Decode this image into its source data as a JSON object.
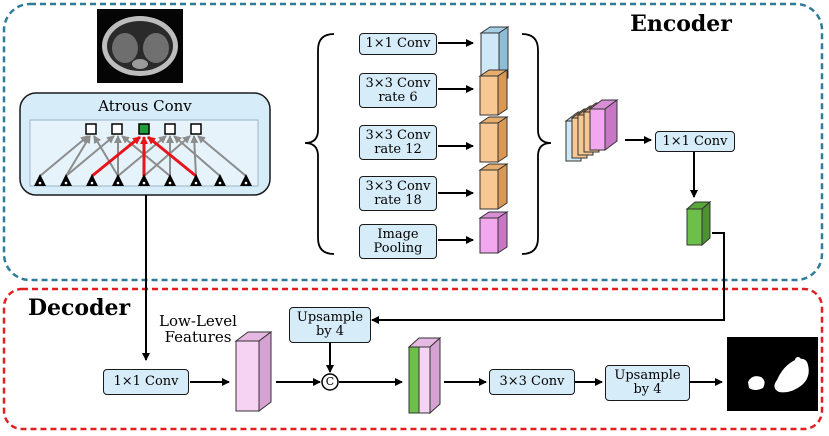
{
  "encoder": {
    "title": "Encoder",
    "atrous_label": "Atrous Conv",
    "aspp_branches": [
      {
        "line1": "1×1 Conv",
        "line2": ""
      },
      {
        "line1": "3×3 Conv",
        "line2": "rate 6"
      },
      {
        "line1": "3×3 Conv",
        "line2": "rate 12"
      },
      {
        "line1": "3×3 Conv",
        "line2": "rate 18"
      },
      {
        "line1": "Image",
        "line2": "Pooling"
      }
    ],
    "post_concat_conv": "1×1 Conv"
  },
  "decoder": {
    "title": "Decoder",
    "low_level_label": {
      "line1": "Low-Level",
      "line2": "Features"
    },
    "low_level_conv": "1×1 Conv",
    "upsample_top": {
      "line1": "Upsample",
      "line2": "by 4"
    },
    "concat_symbol": "C",
    "conv3x3": "3×3 Conv",
    "upsample_final": {
      "line1": "Upsample",
      "line2": "by 4"
    }
  },
  "colors": {
    "encoder_border": "#2e7b9a",
    "decoder_border": "#e21f1f",
    "box_fill": "#d6ecf8",
    "feat_blue": "#cfe8f7",
    "feat_orange": "#f7c894",
    "feat_pink": "#f2a8ee",
    "feat_green": "#6cc04a",
    "feat_lightpink": "#f7d3f3",
    "red_arrow": "#e8141a"
  }
}
